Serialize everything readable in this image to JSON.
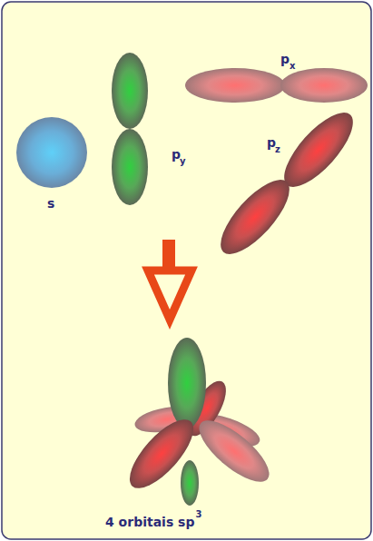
{
  "diagram": {
    "labels": [
      "s",
      "p",
      "y",
      "p",
      "x",
      "p",
      "z",
      "4 orbitais sp",
      "3"
    ]
  }
}
